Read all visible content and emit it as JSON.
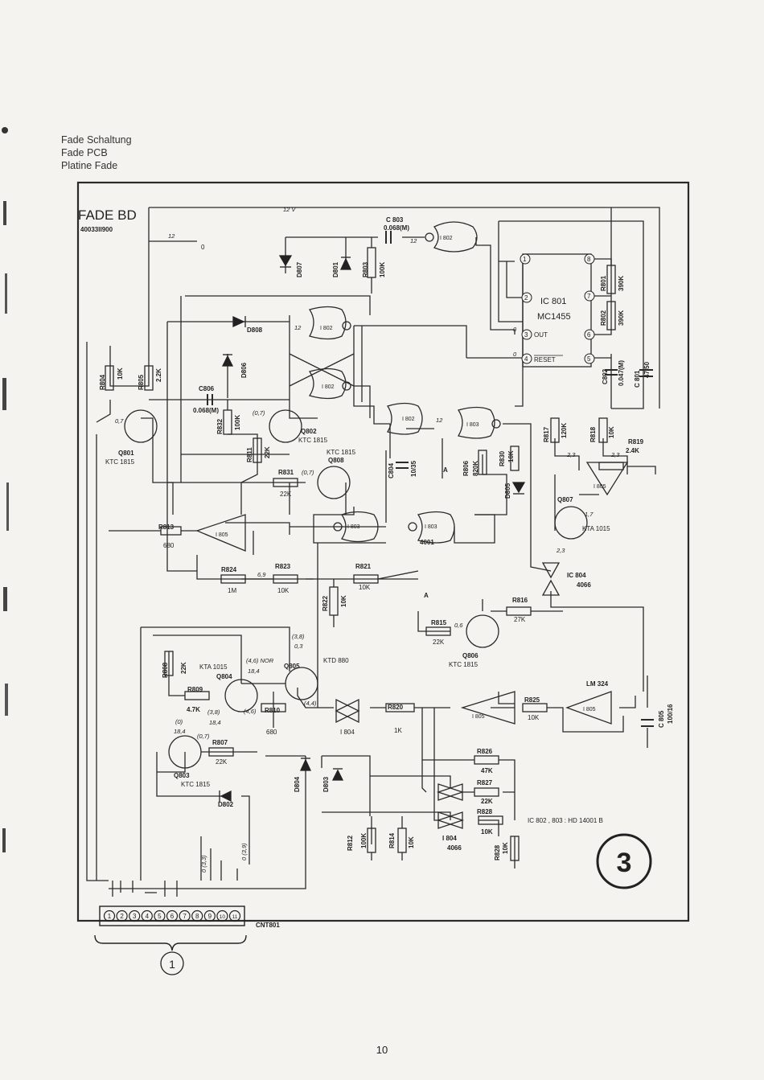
{
  "caption": {
    "line1": "Fade Schaltung",
    "line2": "Fade PCB",
    "line3": "Platine Fade"
  },
  "board": {
    "title": "FADE BD",
    "part_number": "40033II900",
    "supply_label": "12 V",
    "connector_label": "CNT801",
    "connector_pins": [
      "1",
      "2",
      "3",
      "4",
      "5",
      "6",
      "7",
      "8",
      "9",
      "10",
      "11"
    ],
    "circled_number": "1",
    "section_number": "3",
    "ic_note": "IC 802 , 803 : HD 14001 B"
  },
  "ic801": {
    "name": "IC 801",
    "type": "MC1455",
    "out_label": "OUT",
    "reset_label": "RESET",
    "pins": [
      "1",
      "2",
      "3",
      "4",
      "5",
      "6",
      "7",
      "8"
    ]
  },
  "labels": {
    "c803": "C 803",
    "c803_val": "0.068(M)",
    "i802": "I 802",
    "d807": "D807",
    "d801": "D801",
    "r803": "R803",
    "r803_val": "100K",
    "r801": "R801",
    "r801_val": "390K",
    "r802": "R802",
    "r802_val": "390K",
    "d808": "D808",
    "d806": "D806",
    "c806": "C806",
    "c806_val": "0.068(M)",
    "r804": "R804",
    "r804_val": "10K",
    "r805": "R805",
    "r805_val": "2.2K",
    "q801": "Q801",
    "q801_type": "KTC 1815",
    "r832": "R832",
    "r832_val": "100K",
    "r811": "R811",
    "r811_val": "22K",
    "q802": "Q802",
    "q802_type": "KTC 1815",
    "c802": "C802",
    "c802_val": "0.047(M)",
    "c801": "C 801",
    "c801_val": "47/50",
    "i803": "I 803",
    "r817": "R817",
    "r817_val": "120K",
    "r818": "R818",
    "r818_val": "10K",
    "r819": "R819",
    "r819_val": "2.4K",
    "q808": "Q808",
    "q808_type": "KTC 1815",
    "r831": "R831",
    "r831_val": "22K",
    "c804": "C804",
    "c804_val": "10/35",
    "r806": "R806",
    "r806_val": "820K",
    "r830": "R830",
    "r830_val": "10K",
    "d805": "D805",
    "i805": "I 805",
    "q807": "Q807",
    "q807_type": "KTA 1015",
    "r813": "R813",
    "r813_val": "680",
    "i4001": "4001",
    "r824": "R824",
    "r824_val": "1M",
    "r823": "R823",
    "r823_val": "10K",
    "r821": "R821",
    "r821_val": "10K",
    "r822": "R822",
    "r822_val": "10K",
    "ic804": "IC 804",
    "ic804_type": "4066",
    "r816": "R816",
    "r816_val": "27K",
    "r815": "R815",
    "r815_val": "22K",
    "q806": "Q806",
    "q806_type": "KTC 1815",
    "r808": "R808",
    "r808_val": "22K",
    "q804_type": "KTA 1015",
    "q804": "Q804",
    "nor": "(4,6) NOR",
    "q805": "Q805",
    "ktd880": "KTD 880",
    "r809": "R809",
    "r809_val": "4.7K",
    "r810": "R810",
    "r810_val": "680",
    "i804": "I 804",
    "r820": "R820",
    "r820_val": "1K",
    "r825": "R825",
    "r825_val": "10K",
    "lm324": "LM 324",
    "c805": "C 805",
    "c805_val": "100/16",
    "r807": "R807",
    "r807_val": "22K",
    "q803": "Q803",
    "q803_type": "KTC 1815",
    "d802": "D802",
    "d804": "D804",
    "d803": "D803",
    "r826": "R826",
    "r826_val": "47K",
    "r827": "R827",
    "r827_val": "22K",
    "r828a": "R828",
    "r828b": "R828",
    "r828_val": "10K",
    "r812": "R812",
    "r812_val": "100K",
    "r814": "R814",
    "r814_val": "10K",
    "i804b": "I 804",
    "i804b_type": "4066",
    "label_a1": "A",
    "label_a2": "A"
  },
  "values": {
    "v12a": "12",
    "v12b": "12",
    "v12c": "12",
    "v12d": "12",
    "v0a": "0",
    "v0b": "0",
    "v0c": "0",
    "v07a": "0,7",
    "v07b": "(0,7)",
    "v07c": "(0,7)",
    "v07d": "(0,7)",
    "v23a": "2,3",
    "v23b": "2,3",
    "v23c": "2,3",
    "v17": "1,7",
    "v69": "6,9",
    "v06": "0,6",
    "v38a": "(3,8)",
    "v03": "0,3",
    "v184a": "18,4",
    "v44": "(4,4)",
    "v46": "(4,6)",
    "v38b": "(3,8)",
    "v184b": "18,4",
    "v0p": "(0)",
    "v184c": "18,4",
    "v03b": "0 (3,3)",
    "v09": "0 (3,9)"
  },
  "page": {
    "number": "10"
  }
}
